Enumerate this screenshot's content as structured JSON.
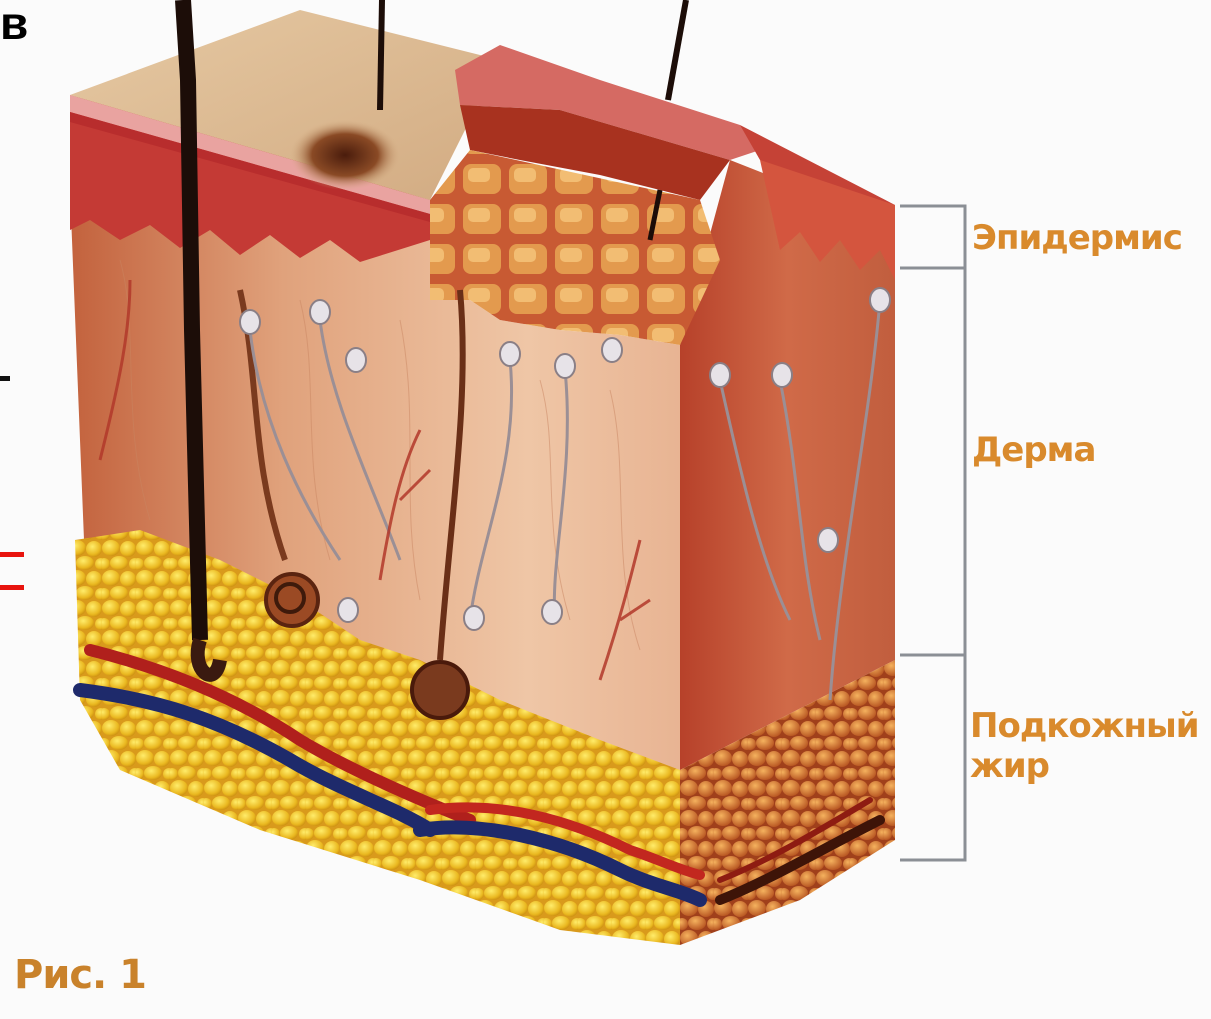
{
  "edge_fragment": "в",
  "labels": {
    "epidermis": "Эпидермис",
    "derma": "Дерма",
    "fat": "Подкожный\nжир"
  },
  "caption": "Рис. 1",
  "colors": {
    "label": "#d98a2c",
    "caption": "#c9822b",
    "bracket": "#8b8f95",
    "edge_red": "#e8140e"
  },
  "icons": [
    "skin-cross-section-illustration",
    "hair-icon",
    "sweat-gland-icon",
    "blood-vessel-icon",
    "fat-cell-icon",
    "nerve-ending-icon"
  ]
}
